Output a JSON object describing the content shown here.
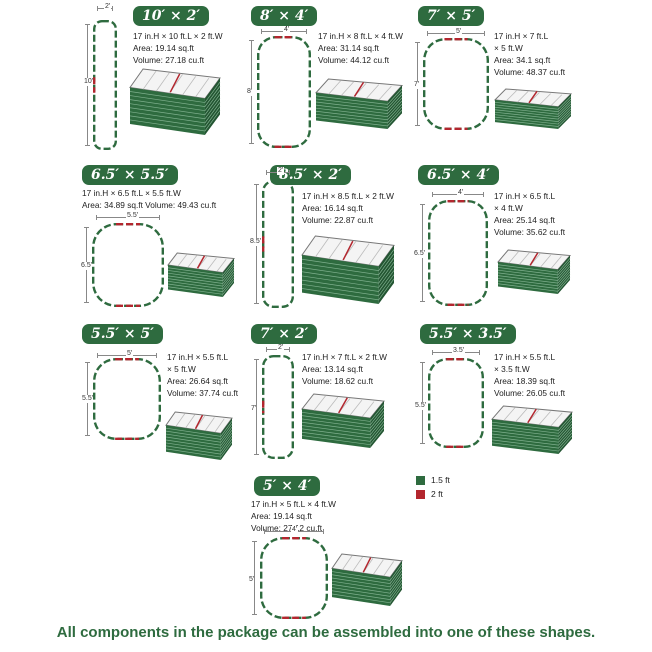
{
  "colors": {
    "green": "#2e6b3f",
    "red": "#b3262e",
    "text": "#222222"
  },
  "legend": [
    {
      "label": "1.5 ft",
      "color": "#2e6b3f"
    },
    {
      "label": "2 ft",
      "color": "#b3262e"
    }
  ],
  "footer": "All components in the package can be assembled into one of these shapes.",
  "shapes": [
    {
      "id": "10x2",
      "title": "10′ × 2′",
      "specs": [
        "17 in.H × 10 ft.L × 2 ft.W",
        "Area: 19.14 sq.ft",
        "Volume: 27.18 cu.ft"
      ],
      "top_dim": "2′",
      "side_dim": "10′"
    },
    {
      "id": "8x4",
      "title": "8′ × 4′",
      "specs": [
        "17 in.H × 8 ft.L × 4 ft.W",
        "Area: 31.14 sq.ft",
        "Volume: 44.12 cu.ft"
      ],
      "top_dim": "4′",
      "side_dim": "8′"
    },
    {
      "id": "7x5",
      "title": "7′ × 5′",
      "specs": [
        "17 in.H × 7 ft.L",
        "× 5 ft.W",
        "Area: 34.1 sq.ft",
        "Volume: 48.37 cu.ft"
      ],
      "top_dim": "5′",
      "side_dim": "7′"
    },
    {
      "id": "6.5x5.5",
      "title": "6.5′ × 5.5′",
      "specs": [
        "17 in.H × 6.5 ft.L × 5.5 ft.W",
        "Area: 34.89 sq.ft Volume: 49.43 cu.ft"
      ],
      "top_dim": "5.5′",
      "side_dim": "6.5′"
    },
    {
      "id": "8.5x2",
      "title": "8.5′ × 2′",
      "specs": [
        "17 in.H × 8.5 ft.L × 2 ft.W",
        "Area: 16.14 sq.ft",
        "Volume: 22.87 cu.ft"
      ],
      "top_dim": "2′",
      "side_dim": "8.5′"
    },
    {
      "id": "6.5x4",
      "title": "6.5′ × 4′",
      "specs": [
        "17 in.H × 6.5 ft.L",
        "× 4 ft.W",
        "Area: 25.14 sq.ft",
        "Volume: 35.62 cu.ft"
      ],
      "top_dim": "4′",
      "side_dim": "6.5′"
    },
    {
      "id": "5.5x5",
      "title": "5.5′ × 5′",
      "specs": [
        "17 in.H × 5.5 ft.L",
        "× 5 ft.W",
        "Area: 26.64 sq.ft",
        "Volume: 37.74 cu.ft"
      ],
      "top_dim": "5′",
      "side_dim": "5.5′"
    },
    {
      "id": "7x2",
      "title": "7′ × 2′",
      "specs": [
        "17 in.H × 7 ft.L × 2 ft.W",
        "Area: 13.14 sq.ft",
        "Volume: 18.62 cu.ft"
      ],
      "top_dim": "2′",
      "side_dim": "7′"
    },
    {
      "id": "5.5x3.5",
      "title": "5.5′ × 3.5′",
      "specs": [
        "17 in.H × 5.5 ft.L",
        "× 3.5 ft.W",
        "Area: 18.39 sq.ft",
        "Volume: 26.05 cu.ft"
      ],
      "top_dim": "3.5′",
      "side_dim": "5.5′"
    },
    {
      "id": "5x4",
      "title": "5′ × 4′",
      "specs": [
        "17 in.H × 5 ft.L × 4 ft.W",
        "Area: 19.14 sq.ft",
        "Volume: 27.12 cu.ft"
      ],
      "top_dim": "4′",
      "side_dim": "5′"
    }
  ]
}
